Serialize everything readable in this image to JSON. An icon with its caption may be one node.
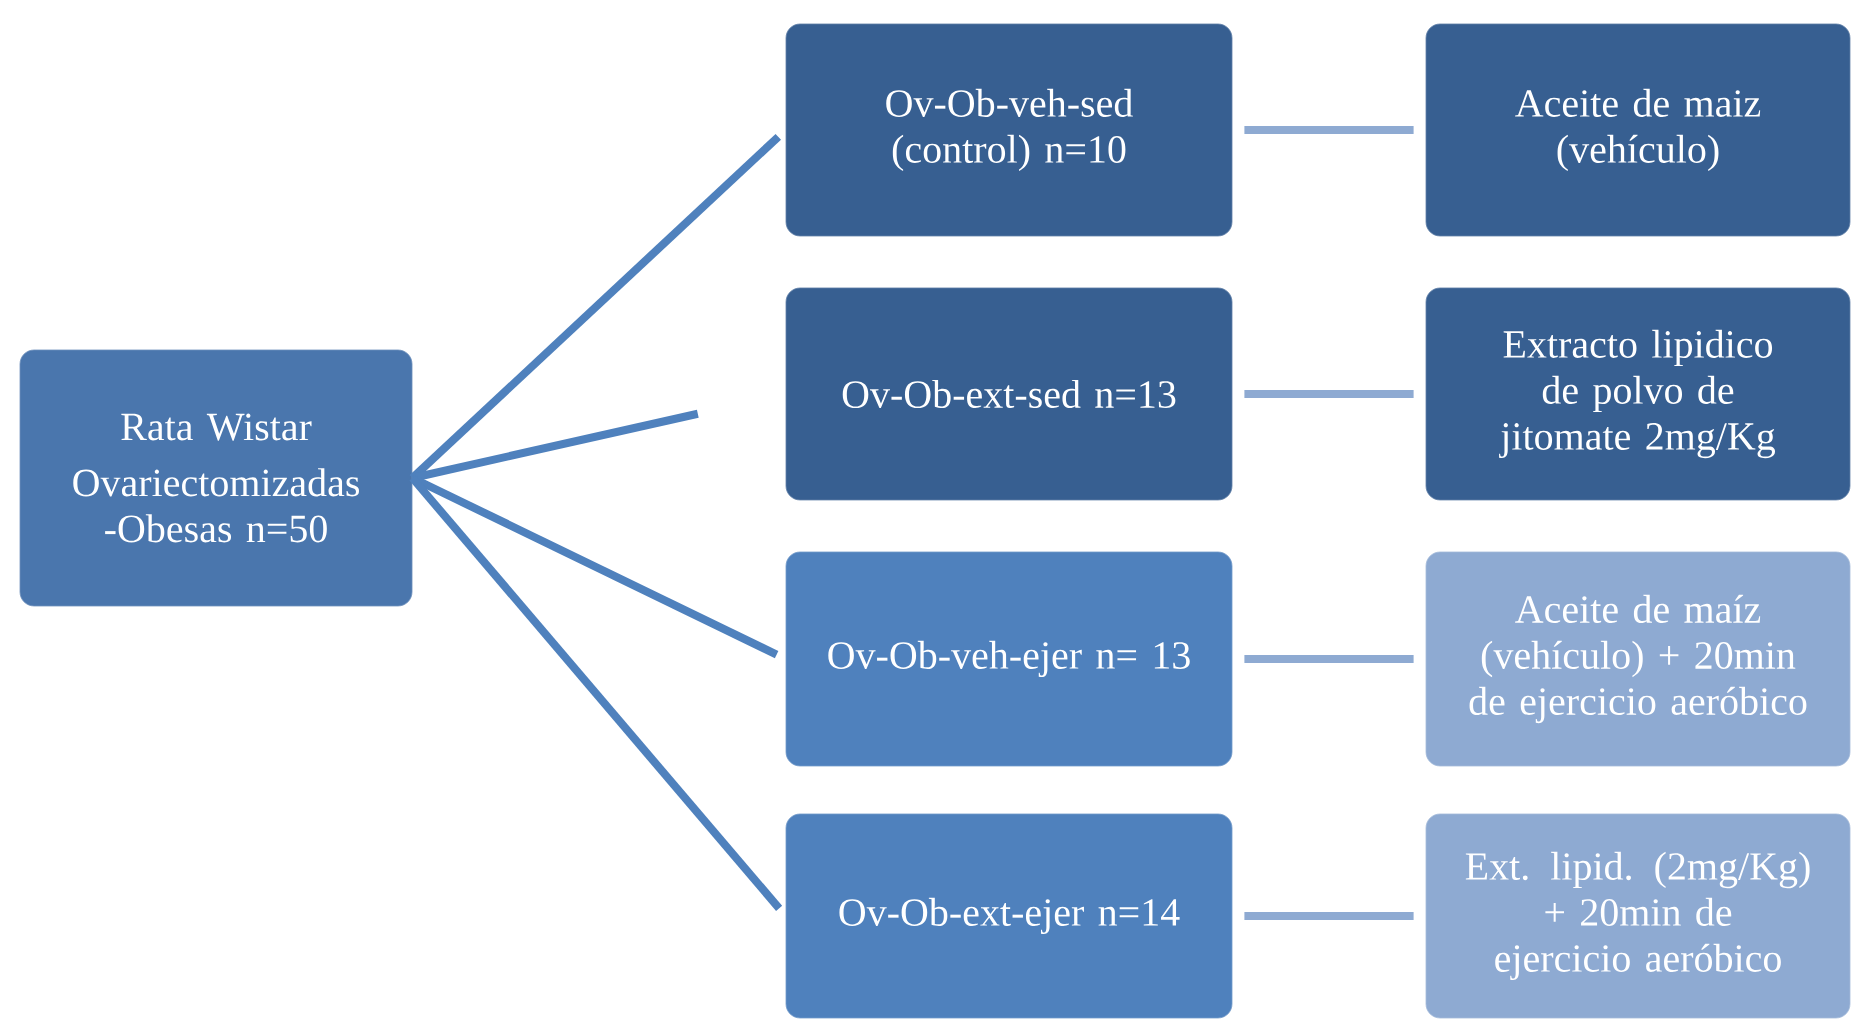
{
  "diagram": {
    "nodes": [
      {
        "text": [
          "Rata Wistar",
          "Ovariectomizadas -Obesas n=50"
        ]
      },
      {
        "text": [
          "Ov-Ob-veh-sed (control) n=10"
        ]
      },
      {
        "text": [
          "Aceite de maiz (vehículo)"
        ]
      },
      {
        "text": [
          "Ov-Ob-ext-sed n=13"
        ]
      },
      {
        "text": [
          "Extracto lipidico de polvo de jitomate 2mg/Kg"
        ]
      },
      {
        "text": [
          "Ov-Ob-veh-ejer n= 13"
        ]
      },
      {
        "text": [
          "Aceite de maíz (vehículo) + 20min de ejercicio aeróbico"
        ]
      },
      {
        "text": [
          "Ov-Ob-ext-ejer n=14"
        ]
      },
      {
        "text": [
          "Ext. lipid. (2mg/Kg) + 20min de ejercicio aeróbico"
        ]
      }
    ],
    "edges": [
      {
        "from": 0,
        "to": 1,
        "arrow": "none"
      },
      {
        "from": 0,
        "to": 3,
        "arrow": "none"
      },
      {
        "from": 0,
        "to": 5,
        "arrow": "none"
      },
      {
        "from": 0,
        "to": 7,
        "arrow": "none"
      },
      {
        "from": 1,
        "to": 2,
        "arrow": "none",
        "color": "#8eaad2"
      },
      {
        "from": 3,
        "to": 4,
        "arrow": "none",
        "color": "#8eaad2"
      },
      {
        "from": 5,
        "to": 6,
        "arrow": "none",
        "color": "#8eaad2"
      },
      {
        "from": 7,
        "to": 8,
        "arrow": "none",
        "color": "#8eaad2"
      }
    ]
  }
}
